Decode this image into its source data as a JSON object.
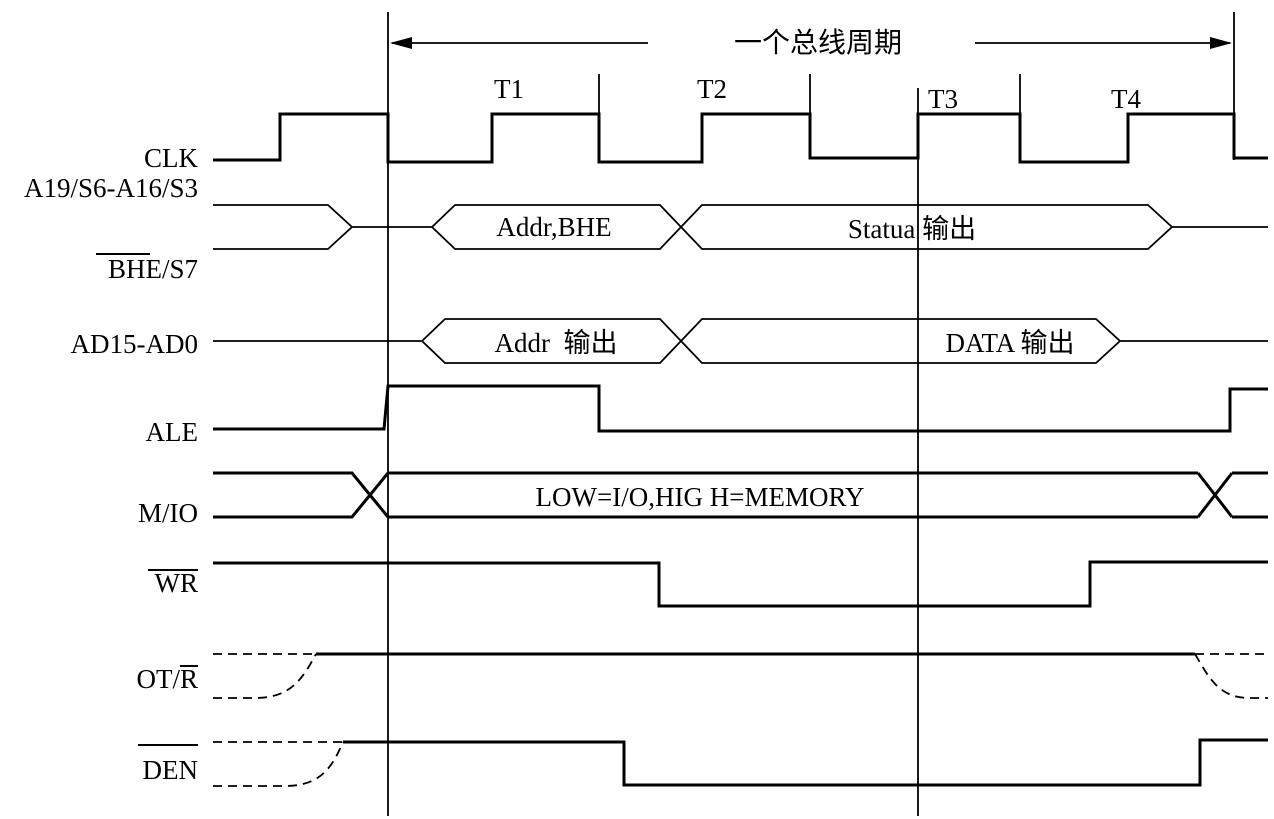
{
  "title": "一个总线周期",
  "states": [
    "T1",
    "T2",
    "T3",
    "T4"
  ],
  "signals": {
    "clk": "CLK",
    "addr_high": "A19/S6-A16/S3",
    "bhe": "BHE/S7",
    "ad": "AD15-AD0",
    "ale": "ALE",
    "mio": "M/IO",
    "wr": "WR",
    "dtr": "OT/R",
    "den": "DEN"
  },
  "bus_labels": {
    "addr_bhe": "Addr,BHE",
    "status": "Statua 输出",
    "addr_out": "Addr  输出",
    "data_out": "DATA 输出",
    "mio_note": "LOW=I/O,HIG H=MEMORY"
  }
}
